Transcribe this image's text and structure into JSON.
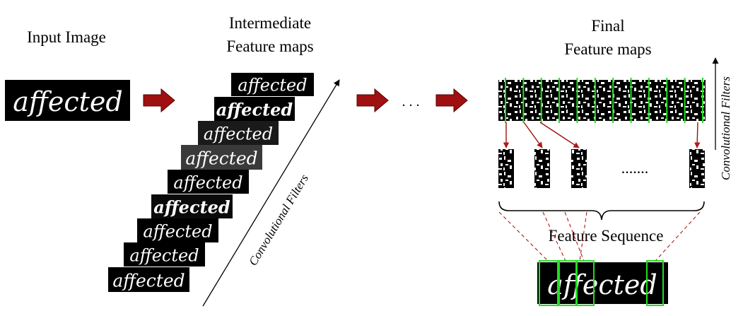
{
  "labels": {
    "input_image": "Input Image",
    "intermediate_line1": "Intermediate",
    "intermediate_line2": "Feature maps",
    "final_line1": "Final",
    "final_line2": "Feature maps",
    "conv_filters_diagonal": "Convolutional Filters",
    "conv_filters_vertical": "Convolutional Filters",
    "feature_sequence": "Feature Sequence",
    "ellipsis_flow": ". . .",
    "ellipsis_columns": "......."
  },
  "word_image_text": "affected",
  "colors": {
    "flow_arrow": "#a01010",
    "column_line": "#22dd22",
    "connector": "#b01818",
    "image_bg": "#000000",
    "ink": "#ffffff"
  },
  "intermediate_map_count": 9,
  "final_map_columns": 12,
  "extracted_columns": 4,
  "highlighted_letters": 4
}
